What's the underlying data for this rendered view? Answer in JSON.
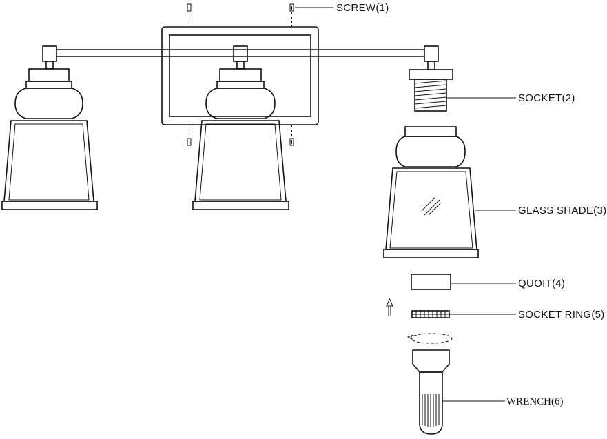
{
  "labels": {
    "screw": "SCREW(1)",
    "socket": "SOCKET(2)",
    "glass_shade": "GLASS SHADE(3)",
    "quoit": "QUOIT(4)",
    "socket_ring": "SOCKET RING(5)",
    "wrench": "WRENCH(6)"
  },
  "colors": {
    "line": "#111111",
    "background": "#ffffff"
  }
}
